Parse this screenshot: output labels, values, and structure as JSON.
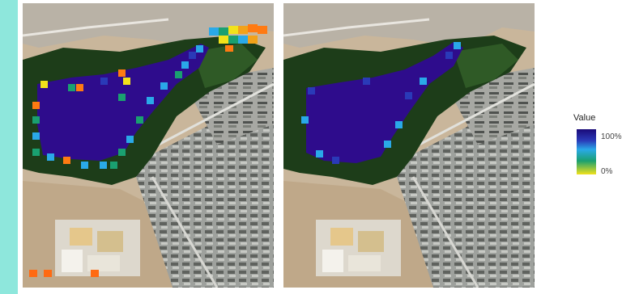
{
  "legend": {
    "title": "Value",
    "max_label": "100%",
    "min_label": "0%",
    "colors": [
      "#1a0a78",
      "#2a3ab8",
      "#2aa9e8",
      "#1aa070",
      "#f2e21a"
    ]
  },
  "panels": [
    {
      "name": "left-map",
      "overlay": "full",
      "edge_colors": [
        "#2aa9e8",
        "#1aa070",
        "#f2e21a",
        "#ff7a12"
      ]
    },
    {
      "name": "right-map",
      "overlay": "core",
      "edge_colors": [
        "#2aa9e8"
      ]
    }
  ]
}
